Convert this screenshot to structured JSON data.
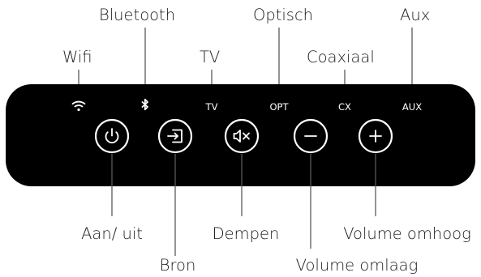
{
  "top_labels": {
    "wifi": "Wifi",
    "bluetooth": "Bluetooth",
    "tv": "TV",
    "optisch": "Optisch",
    "coaxiaal": "Coaxiaal",
    "aux": "Aux"
  },
  "indicators": {
    "tv": "TV",
    "opt": "OPT",
    "cx": "CX",
    "aux": "AUX"
  },
  "bottom_labels": {
    "power": "Aan/ uit",
    "source": "Bron",
    "mute": "Dempen",
    "vol_down": "Volume omlaag",
    "vol_up": "Volume omhoog"
  },
  "icons": {
    "wifi": "wifi-icon",
    "bluetooth": "bluetooth-icon",
    "power": "power-icon",
    "source": "source-input-icon",
    "mute": "speaker-mute-icon",
    "vol_down": "minus-icon",
    "vol_up": "plus-icon"
  },
  "colors": {
    "panel": "#000000",
    "text": "#1a1a1a",
    "leader": "#5a5a5a"
  }
}
